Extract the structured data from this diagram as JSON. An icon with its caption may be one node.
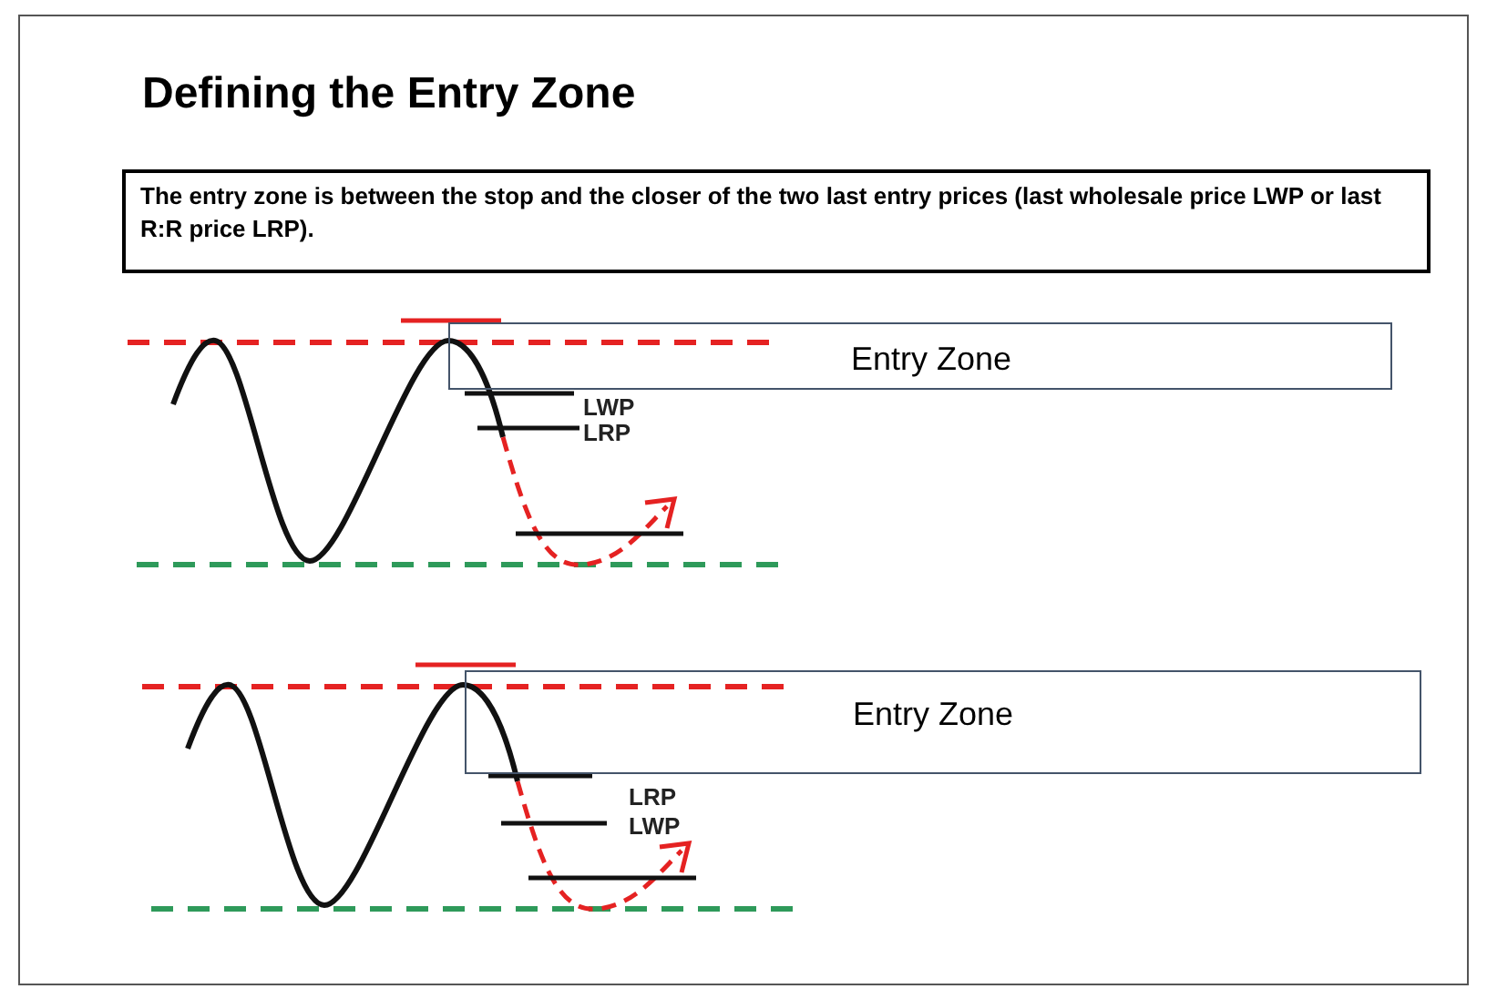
{
  "diagram": {
    "title": "Defining the Entry Zone",
    "nodes": [
      {
        "text": [
          "The entry zone is between the stop and the closer of the two last entry prices (last wholesale price LWP or last R:R price LRP)."
        ]
      },
      {
        "text": [
          "Entry Zone"
        ]
      },
      {
        "text": [
          "Entry Zone"
        ]
      }
    ],
    "labels": [
      "LWP",
      "LRP",
      "LRP",
      "LWP"
    ]
  }
}
